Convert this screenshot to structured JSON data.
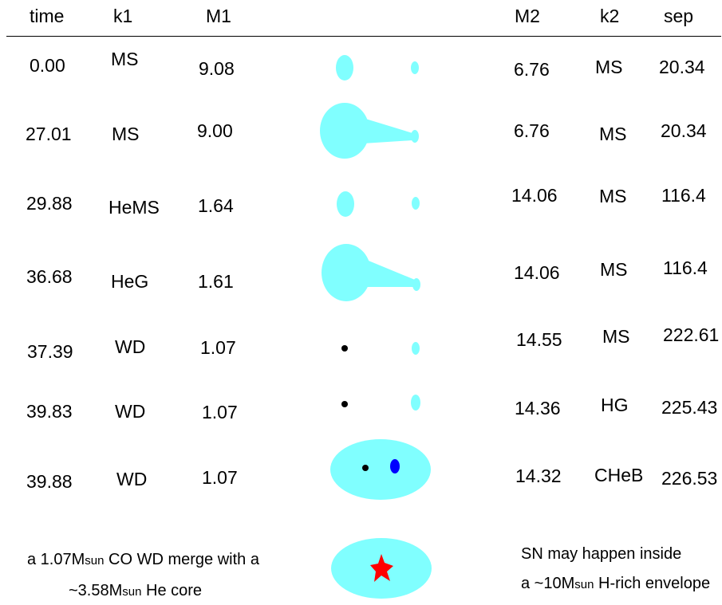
{
  "headers": {
    "time": "time",
    "k1": "k1",
    "m1": "M1",
    "m2": "M2",
    "k2": "k2",
    "sep": "sep"
  },
  "rows": [
    {
      "time": "0.00",
      "k1": "MS",
      "m1": "9.08",
      "m2": "6.76",
      "k2": "MS",
      "sep": "20.34"
    },
    {
      "time": "27.01",
      "k1": "MS",
      "m1": "9.00",
      "m2": "6.76",
      "k2": "MS",
      "sep": "20.34"
    },
    {
      "time": "29.88",
      "k1": "HeMS",
      "m1": "1.64",
      "m2": "14.06",
      "k2": "MS",
      "sep": "116.4"
    },
    {
      "time": "36.68",
      "k1": "HeG",
      "m1": "1.61",
      "m2": "14.06",
      "k2": "MS",
      "sep": "116.4"
    },
    {
      "time": "37.39",
      "k1": "WD",
      "m1": "1.07",
      "m2": "14.55",
      "k2": "MS",
      "sep": "222.61"
    },
    {
      "time": "39.83",
      "k1": "WD",
      "m1": "1.07",
      "m2": "14.36",
      "k2": "HG",
      "sep": "225.43"
    },
    {
      "time": "39.88",
      "k1": "WD",
      "m1": "1.07",
      "m2": "14.32",
      "k2": "CHeB",
      "sep": "226.53"
    }
  ],
  "notes": {
    "left_line1_pre": "a 1.07M",
    "left_line1_sub": "sun",
    "left_line1_post": " CO WD merge with a",
    "left_line2_pre": "~3.58M",
    "left_line2_sub": "sun",
    "left_line2_post": " He core",
    "right_line1": "SN may happen inside",
    "right_line2_pre": "a ~10M",
    "right_line2_sub": "sun",
    "right_line2_post": " H-rich envelope"
  },
  "colors": {
    "star": "#80ffff",
    "wd": "#000000",
    "companion_core": "#0000ff",
    "sn": "#ff0000"
  }
}
